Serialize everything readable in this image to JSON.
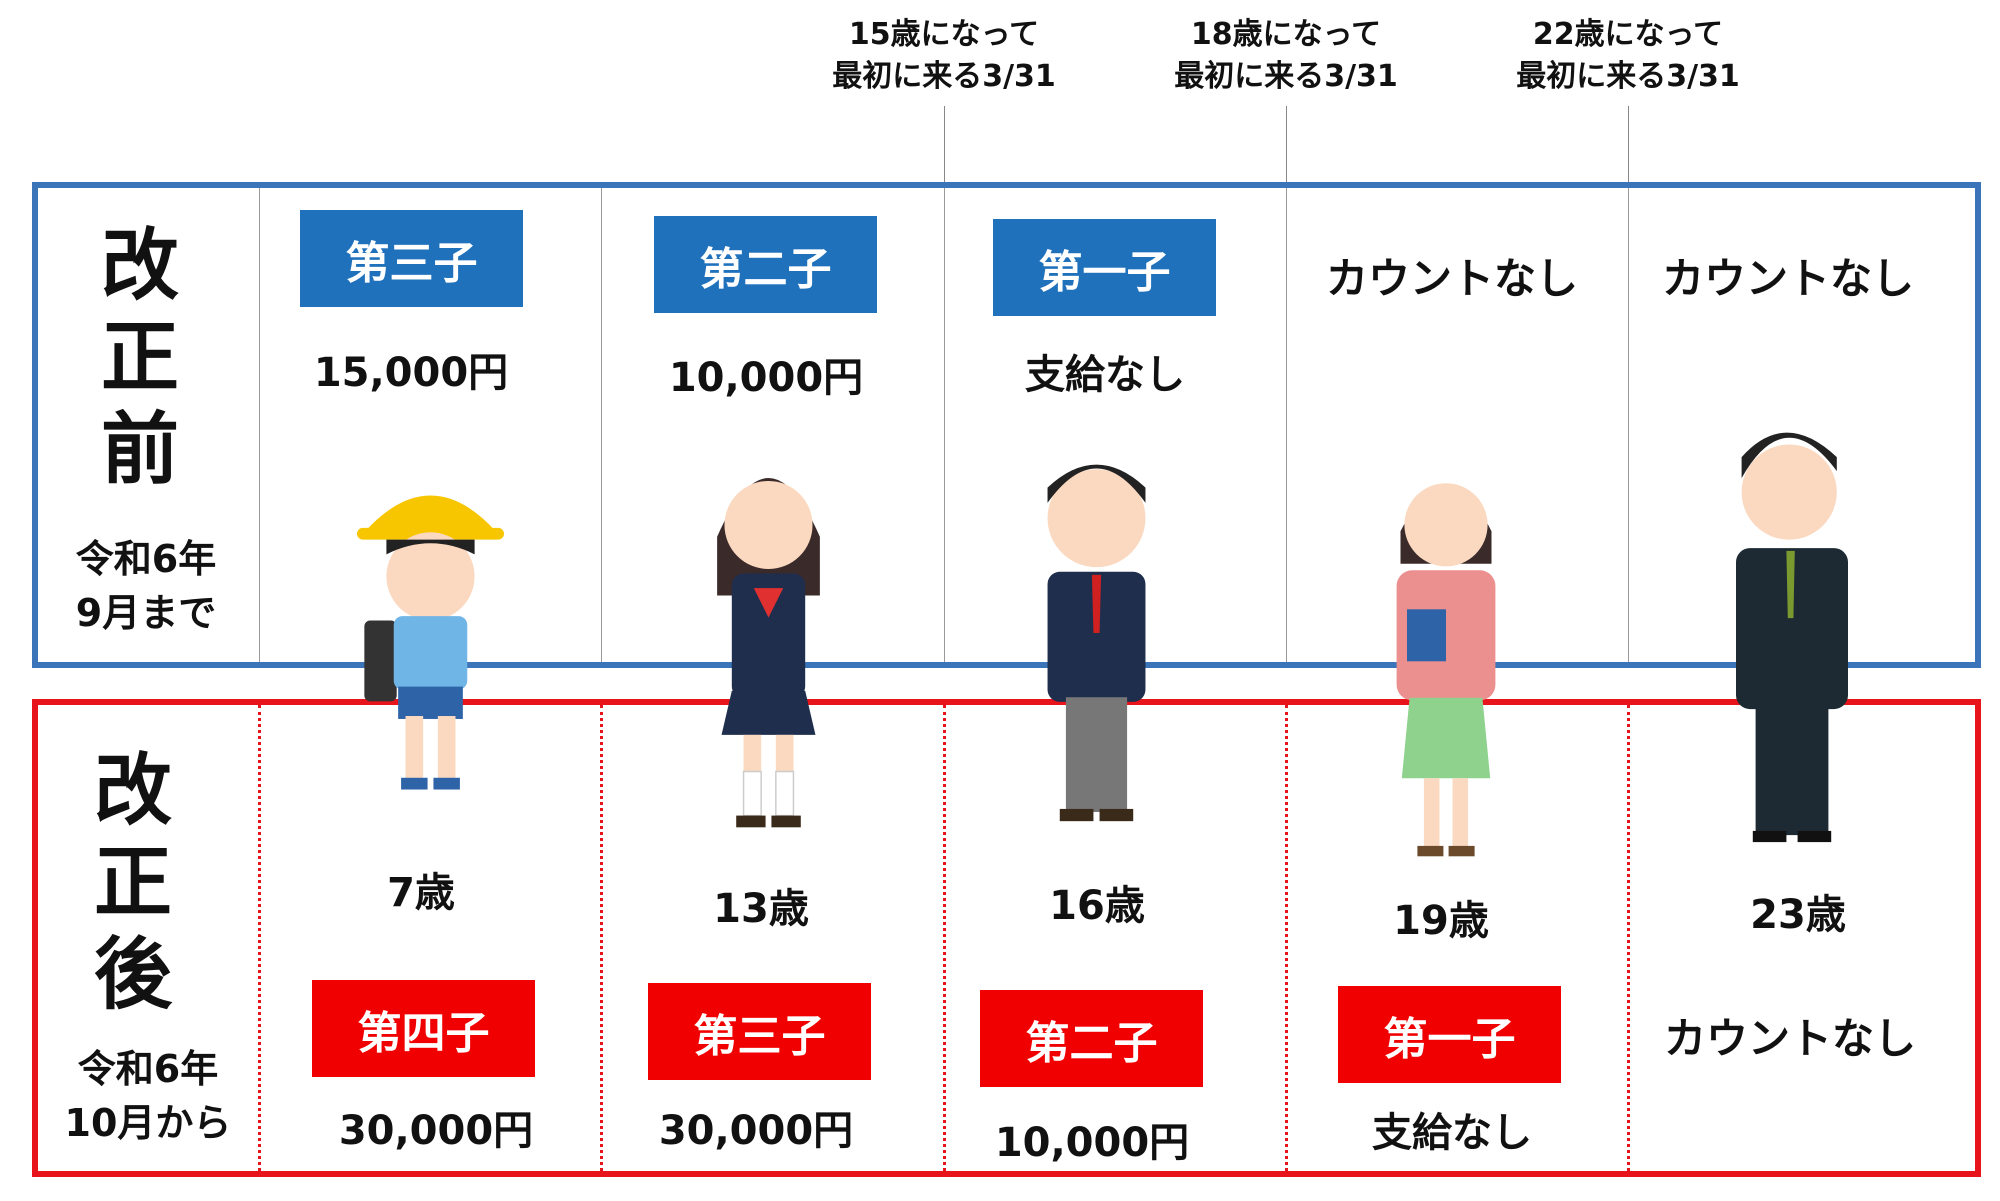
{
  "notes": [
    {
      "line1": "15歳になって",
      "line2": "最初に来る3/31"
    },
    {
      "line1": "18歳になって",
      "line2": "最初に来る3/31"
    },
    {
      "line1": "22歳になって",
      "line2": "最初に来る3/31"
    }
  ],
  "before": {
    "title": [
      "改",
      "正",
      "前"
    ],
    "period_line1": "令和6年",
    "period_line2": "9月まで",
    "cells": [
      {
        "badge": "第三子",
        "amount": "15,000円"
      },
      {
        "badge": "第二子",
        "amount": "10,000円"
      },
      {
        "badge": "第一子",
        "amount": "支給なし"
      },
      {
        "label": "カウントなし"
      },
      {
        "label": "カウントなし"
      }
    ]
  },
  "after": {
    "title": [
      "改",
      "正",
      "後"
    ],
    "period_line1": "令和6年",
    "period_line2": "10月から",
    "cells": [
      {
        "age": "7歳",
        "badge": "第四子",
        "amount": "30,000円"
      },
      {
        "age": "13歳",
        "badge": "第三子",
        "amount": "30,000円"
      },
      {
        "age": "16歳",
        "badge": "第二子",
        "amount": "10,000円"
      },
      {
        "age": "19歳",
        "badge": "第一子",
        "amount": "支給なし"
      },
      {
        "age": "23歳",
        "label": "カウントなし"
      }
    ]
  },
  "colors": {
    "before": "#3b74b8",
    "after": "#e8141c",
    "badge_blue": "#1f71bb",
    "badge_red": "#f00000"
  }
}
